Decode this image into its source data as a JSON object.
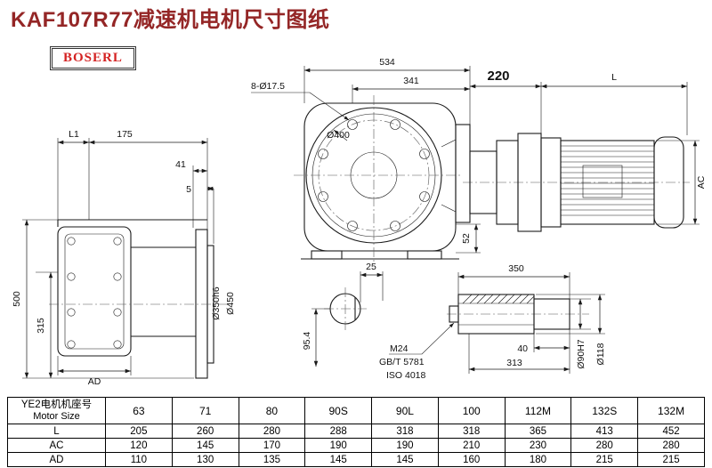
{
  "page": {
    "title": "KAF107R77减速机电机尺寸图纸",
    "brand": "BOSERL"
  },
  "drawing": {
    "left_view": {
      "L1": "L1",
      "d175": "175",
      "d41": "41",
      "d5": "5",
      "d500": "500",
      "d315": "315",
      "AD": "AD",
      "d350": "Ø350h6",
      "d450": "Ø450"
    },
    "front_view": {
      "d534": "534",
      "d341": "341",
      "holes": "8-Ø17.5",
      "d400": "Ø400",
      "d52": "52"
    },
    "section_view": {
      "d25": "25",
      "d95": "95.4"
    },
    "notes": {
      "m24": "M24",
      "gb": "GB/T 5781",
      "iso": "ISO 4018"
    },
    "motor_view": {
      "d220": "220",
      "L": "L",
      "AC": "AC"
    },
    "shaft_view": {
      "d350": "350",
      "d40": "40",
      "d313": "313",
      "d90": "Ø90H7",
      "d118": "Ø118"
    }
  },
  "table": {
    "header_cn": "YE2电机机座号",
    "header_en": "Motor Size",
    "columns": [
      "63",
      "71",
      "80",
      "90S",
      "90L",
      "100",
      "112M",
      "132S",
      "132M"
    ],
    "rows": [
      {
        "label": "L",
        "values": [
          "205",
          "260",
          "280",
          "288",
          "318",
          "318",
          "365",
          "413",
          "452"
        ]
      },
      {
        "label": "AC",
        "values": [
          "120",
          "145",
          "170",
          "190",
          "190",
          "210",
          "230",
          "280",
          "280"
        ]
      },
      {
        "label": "AD",
        "values": [
          "110",
          "130",
          "135",
          "145",
          "145",
          "160",
          "180",
          "215",
          "215"
        ]
      }
    ]
  }
}
